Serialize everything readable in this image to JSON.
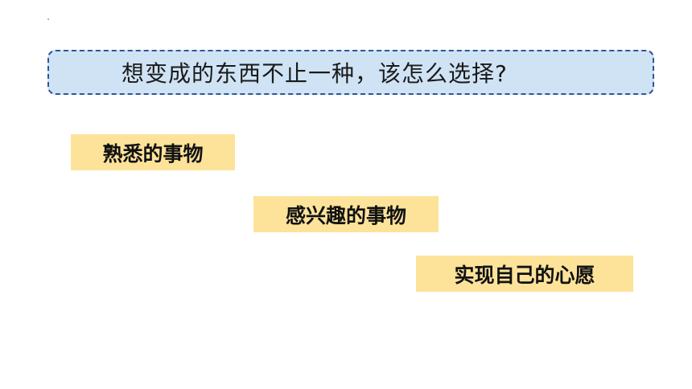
{
  "question": {
    "text": "想变成的东西不止一种，该怎么选择?"
  },
  "options": [
    {
      "label": "熟悉的事物"
    },
    {
      "label": "感兴趣的事物"
    },
    {
      "label": "实现自己的心愿"
    }
  ],
  "colors": {
    "question_bg": "#cfe3f5",
    "question_border": "#2f5597",
    "tag_bg": "#fde39a"
  }
}
